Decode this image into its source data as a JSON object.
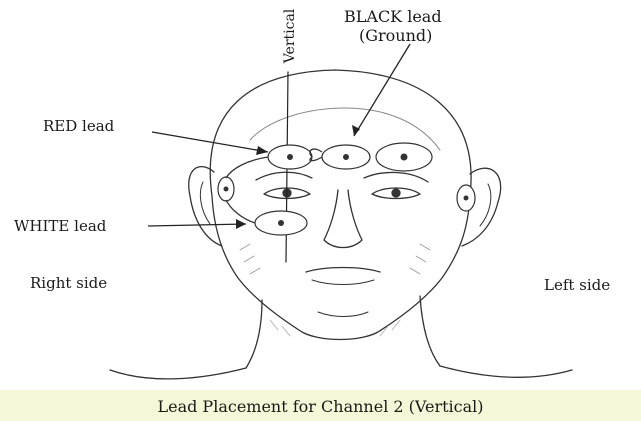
{
  "labels": {
    "vertical": "Vertical",
    "black_lead": "BLACK lead",
    "ground": "(Ground)",
    "red_lead": "RED lead",
    "white_lead": "WHITE lead",
    "right_side": "Right side",
    "left_side": "Left side"
  },
  "caption": "Lead Placement for Channel 2 (Vertical)",
  "colors": {
    "ink": "#1a1a1a",
    "caption_band": "#f6f6d8"
  }
}
